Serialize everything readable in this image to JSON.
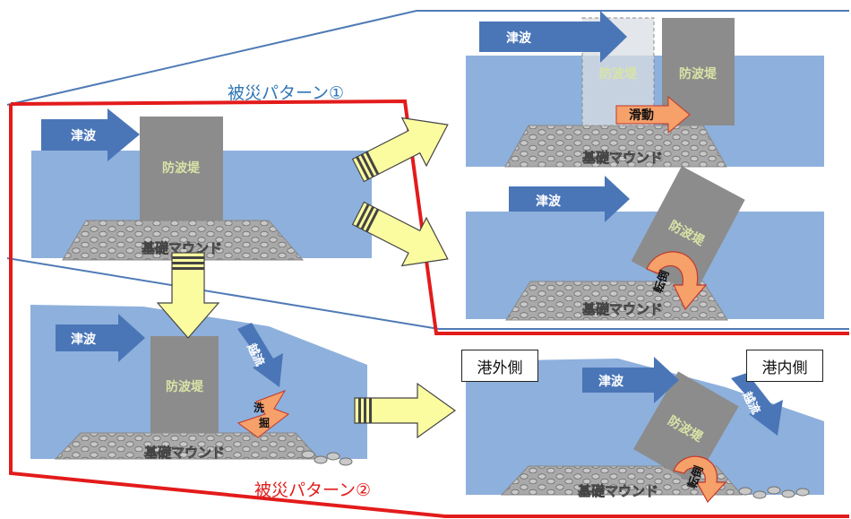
{
  "labels": {
    "tsunami": "津波",
    "breakwater": "防波堤",
    "mound": "基礎マウンド",
    "sliding": "滑動",
    "overturning": "転倒",
    "overflow": "越流",
    "scour_1": "洗",
    "scour_2": "掘"
  },
  "patterns": {
    "pattern1": "被災パターン①",
    "pattern2": "被災パターン②"
  },
  "sides": {
    "outer": "港外側",
    "inner": "港内側"
  },
  "colors": {
    "water": "#8eb0dc",
    "arrow_blue": "#4a76b8",
    "wall": "#8c8c8c",
    "wall_text": "#d8e3a6",
    "yellow_arrow": "#fbfba0",
    "orange": "#f6a06a",
    "red_line": "#e31b1b",
    "blue_line": "#4f7bb5",
    "pattern1_text": "#2e75b6",
    "pattern2_text": "#e31b1b"
  }
}
